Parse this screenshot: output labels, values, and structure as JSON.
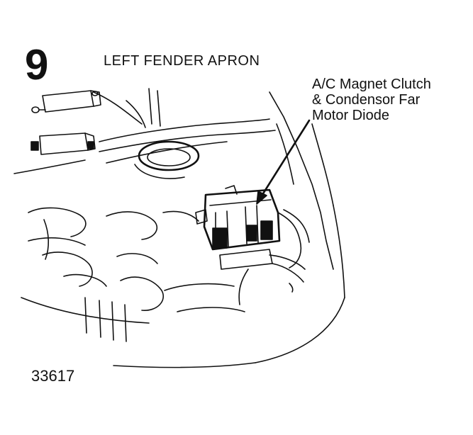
{
  "figure": {
    "number": "9",
    "title": "LEFT FENDER APRON",
    "callout_lines": [
      "A/C Magnet Clutch",
      "& Condensor Far",
      "Motor Diode"
    ],
    "figure_id": "33617"
  },
  "colors": {
    "ink": "#111111",
    "background": "#ffffff"
  }
}
